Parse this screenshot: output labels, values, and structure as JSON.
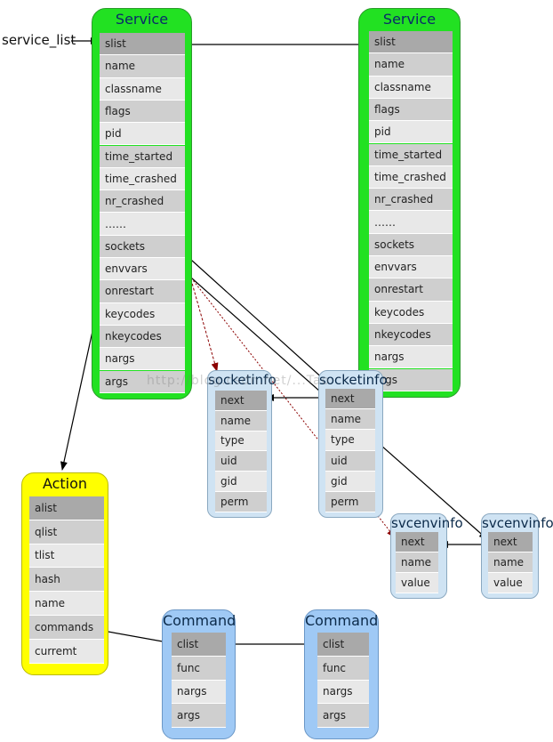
{
  "external_label": "service_list",
  "watermark": "http://blog.csdn.net/...Tao",
  "boxes": {
    "service_left": {
      "title": "Service",
      "fields": [
        "slist",
        "name",
        "classname",
        "flags",
        "pid",
        "time_started",
        "time_crashed",
        "nr_crashed",
        "……",
        "sockets",
        "envvars",
        "onrestart",
        "keycodes",
        "nkeycodes",
        "nargs",
        "args"
      ]
    },
    "service_right": {
      "title": "Service",
      "fields": [
        "slist",
        "name",
        "classname",
        "flags",
        "pid",
        "time_started",
        "time_crashed",
        "nr_crashed",
        "……",
        "sockets",
        "envvars",
        "onrestart",
        "keycodes",
        "nkeycodes",
        "nargs",
        "args"
      ]
    },
    "socketinfo_left": {
      "title": "socketinfo",
      "fields": [
        "next",
        "name",
        "type",
        "uid",
        "gid",
        "perm"
      ]
    },
    "socketinfo_right": {
      "title": "socketinfo",
      "fields": [
        "next",
        "name",
        "type",
        "uid",
        "gid",
        "perm"
      ]
    },
    "svcenvinfo_left": {
      "title": "svcenvinfo",
      "fields": [
        "next",
        "name",
        "value"
      ]
    },
    "svcenvinfo_right": {
      "title": "svcenvinfo",
      "fields": [
        "next",
        "name",
        "value"
      ]
    },
    "action": {
      "title": "Action",
      "fields": [
        "alist",
        "qlist",
        "tlist",
        "hash",
        "name",
        "commands",
        "curremt"
      ]
    },
    "command_left": {
      "title": "Command",
      "fields": [
        "clist",
        "func",
        "nargs",
        "args"
      ]
    },
    "command_right": {
      "title": "Command",
      "fields": [
        "clist",
        "func",
        "nargs",
        "args"
      ]
    }
  },
  "colors": {
    "service": "#22e122",
    "action": "#ffff00",
    "info": "#cfe3f3",
    "command": "#9fc9f5",
    "pointer_dashed": "#8b0000"
  }
}
